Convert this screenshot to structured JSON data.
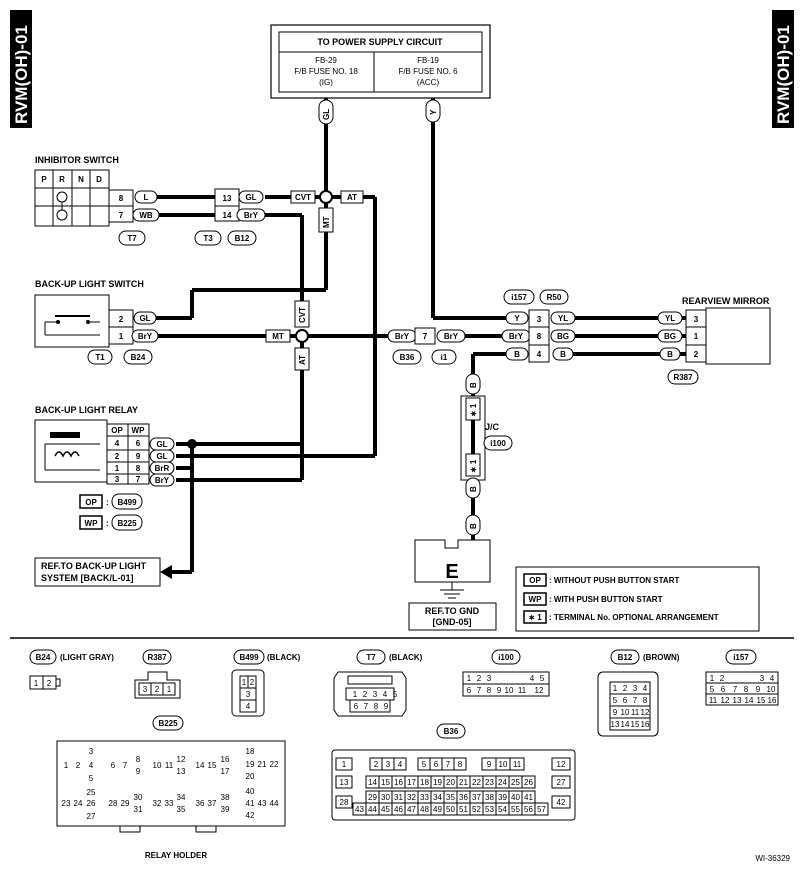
{
  "side_tabs": {
    "left": "RVM(OH)-01",
    "right": "RVM(OH)-01"
  },
  "power_supply": {
    "title": "TO POWER SUPPLY CIRCUIT",
    "left": {
      "line1": "FB-29",
      "line2": "F/B FUSE NO. 18",
      "line3": "(IG)"
    },
    "right": {
      "line1": "FB-19",
      "line2": "F/B FUSE NO. 6",
      "line3": "(ACC)"
    },
    "wire_left": "GL",
    "wire_right": "Y"
  },
  "inhibitor": {
    "title": "INHIBITOR SWITCH",
    "positions": [
      "P",
      "R",
      "N",
      "D"
    ],
    "pins": [
      "8",
      "7"
    ],
    "wires": [
      "L",
      "WB"
    ],
    "connector": "T7"
  },
  "t3": {
    "pins": [
      "13",
      "14"
    ],
    "wires": [
      "GL",
      "BrY"
    ],
    "labels": [
      "T3",
      "B12"
    ]
  },
  "labels_cvt_at_mt": {
    "cvt": "CVT",
    "at": "AT",
    "mt": "MT"
  },
  "backup_switch": {
    "title": "BACK-UP LIGHT SWITCH",
    "pins": [
      "2",
      "1"
    ],
    "wires": [
      "GL",
      "BrY"
    ],
    "labels": [
      "T1",
      "B24"
    ]
  },
  "b36": {
    "wire_in": "BrY",
    "pin": "7",
    "wire_out": "BrY",
    "labels": [
      "B36",
      "i1"
    ]
  },
  "i157": {
    "labels": [
      "i157",
      "R50"
    ],
    "pins": [
      "3",
      "8",
      "4"
    ],
    "left_wires": [
      "Y",
      "BrY",
      "B"
    ],
    "right_wires": [
      "YL",
      "BG",
      "B"
    ]
  },
  "mirror": {
    "title": "REARVIEW MIRROR",
    "pins": [
      "3",
      "1",
      "2"
    ],
    "wires": [
      "YL",
      "BG",
      "B"
    ],
    "label": "R387"
  },
  "jc": {
    "title": "J/C",
    "label": "i100",
    "wire": "B",
    "marker": "∗ 1"
  },
  "ground": {
    "letter": "E",
    "ref_line1": "REF.TO GND",
    "ref_line2": "[GND-05]"
  },
  "relay": {
    "title": "BACK-UP LIGHT RELAY",
    "headers": [
      "OP",
      "WP"
    ],
    "rows": [
      {
        "op": "4",
        "wp": "6",
        "wire": "GL"
      },
      {
        "op": "2",
        "wp": "9",
        "wire": "GL"
      },
      {
        "op": "1",
        "wp": "8",
        "wire": "BrR"
      },
      {
        "op": "3",
        "wp": "7",
        "wire": "BrY"
      }
    ],
    "op_label": "OP",
    "op_conn": "B499",
    "wp_label": "WP",
    "wp_conn": "B225"
  },
  "ref_backup": {
    "line1": "REF.TO BACK-UP LIGHT",
    "line2": "SYSTEM [BACK/L-01]"
  },
  "legend": [
    {
      "key": "OP",
      "text": ": WITHOUT PUSH BUTTON START"
    },
    {
      "key": "WP",
      "text": ": WITH PUSH BUTTON START"
    },
    {
      "key": "∗ 1",
      "text": ": TERMINAL No. OPTIONAL ARRANGEMENT"
    }
  ],
  "connectors": {
    "b24": {
      "name": "B24",
      "color": "(LIGHT GRAY)",
      "pins": [
        "1",
        "2"
      ]
    },
    "r387": {
      "name": "R387",
      "pins": [
        "3",
        "2",
        "1"
      ]
    },
    "b499": {
      "name": "B499",
      "color": "(BLACK)",
      "pins": [
        "1",
        "2",
        "3",
        "4"
      ]
    },
    "t7": {
      "name": "T7",
      "color": "(BLACK)",
      "row1": [
        "1",
        "2",
        "3",
        "4",
        "5"
      ],
      "row2": [
        "6",
        "7",
        "8",
        "9"
      ]
    },
    "i100": {
      "name": "i100",
      "row1": [
        "1",
        "2",
        "3",
        "4",
        "5"
      ],
      "row2": [
        "6",
        "7",
        "8",
        "9",
        "10",
        "11",
        "12"
      ]
    },
    "b12": {
      "name": "B12",
      "color": "(BROWN)",
      "row1": [
        "1",
        "2",
        "3",
        "4"
      ],
      "row2": [
        "5",
        "6",
        "7",
        "8"
      ],
      "row3": [
        "9",
        "10",
        "11",
        "12"
      ],
      "row4": [
        "13",
        "14",
        "15",
        "16"
      ]
    },
    "i157": {
      "name": "i157",
      "row1": [
        "1",
        "2",
        "3",
        "4"
      ],
      "row2": [
        "5",
        "6",
        "7",
        "8",
        "9",
        "10"
      ],
      "row3": [
        "11",
        "12",
        "13",
        "14",
        "15",
        "16"
      ]
    },
    "b225": {
      "name": "B225",
      "caption": "RELAY HOLDER",
      "cells": [
        "3",
        "1",
        "2",
        "4",
        "5",
        "6",
        "7",
        "8",
        "9",
        "10",
        "11",
        "12",
        "13",
        "14",
        "15",
        "16",
        "17",
        "18",
        "19",
        "21",
        "22",
        "20",
        "25",
        "23",
        "24",
        "26",
        "27",
        "28",
        "29",
        "30",
        "31",
        "32",
        "33",
        "34",
        "35",
        "36",
        "37",
        "38",
        "39",
        "40",
        "41",
        "43",
        "44",
        "42"
      ]
    },
    "b36": {
      "name": "B36",
      "row1": [
        "1",
        "2",
        "3",
        "4",
        "5",
        "6",
        "7",
        "8",
        "9",
        "10",
        "11",
        "12"
      ],
      "row2": [
        "13",
        "14",
        "15",
        "16",
        "17",
        "18",
        "19",
        "20",
        "21",
        "22",
        "23",
        "24",
        "25",
        "26",
        "27"
      ],
      "row3": [
        "28",
        "29",
        "30",
        "31",
        "32",
        "33",
        "34",
        "35",
        "36",
        "37",
        "38",
        "39",
        "40",
        "41",
        "42"
      ],
      "row4": [
        "43",
        "44",
        "45",
        "46",
        "47",
        "48",
        "49",
        "50",
        "51",
        "52",
        "53",
        "54",
        "55",
        "56",
        "57"
      ]
    }
  },
  "figure_id": "WI-36329"
}
